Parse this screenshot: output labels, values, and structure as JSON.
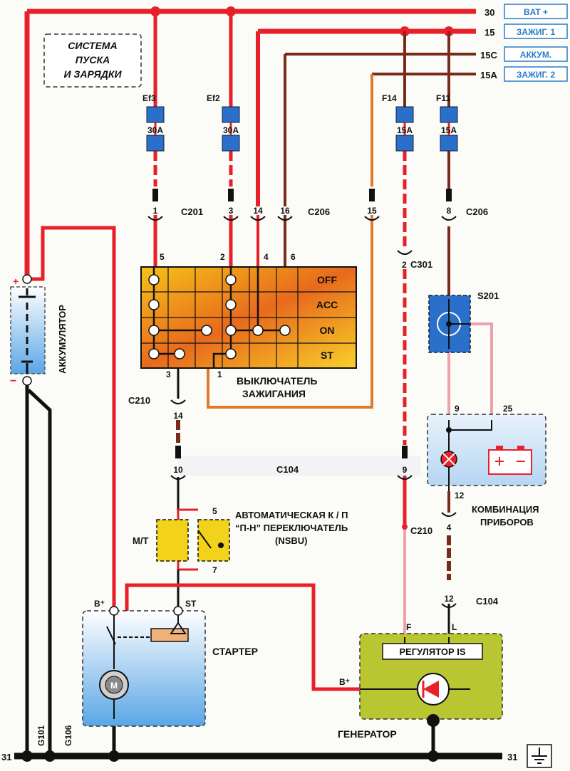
{
  "title": {
    "line1": "СИСТЕМА",
    "line2": "ПУСКА",
    "line3": "И ЗАРЯДКИ"
  },
  "buses": [
    {
      "number": "30",
      "label": "BAT +"
    },
    {
      "number": "15",
      "label": "ЗАЖИГ. 1"
    },
    {
      "number": "15C",
      "label": "АККУМ."
    },
    {
      "number": "15A",
      "label": "ЗАЖИГ. 2"
    }
  ],
  "fuses": [
    {
      "name": "Ef3",
      "rating": "30A"
    },
    {
      "name": "Ef2",
      "rating": "30A"
    },
    {
      "name": "F14",
      "rating": "15A"
    },
    {
      "name": "F11",
      "rating": "15A"
    }
  ],
  "connectors": {
    "c201": "C201",
    "c206a": "C206",
    "c206b": "C206",
    "c301": "C301",
    "c210a": "C210",
    "c210b": "C210",
    "c104a": "C104",
    "c104b": "C104"
  },
  "pins": {
    "p1": "1",
    "p3": "3",
    "p14": "14",
    "p16": "16",
    "p15": "15",
    "p8": "8",
    "sw5": "5",
    "sw2": "2",
    "sw4": "4",
    "sw6": "6",
    "sw3": "3",
    "sw1": "1",
    "c301_2": "2",
    "c210_14": "14",
    "c104_10": "10",
    "c104_9": "9",
    "nsbu5": "5",
    "nsbu7": "7",
    "ic9": "9",
    "ic25": "25",
    "ic12": "12",
    "c210_4": "4",
    "c104_12": "12",
    "gen_f": "F",
    "gen_l": "L",
    "gen_b": "B⁺",
    "st_b": "B⁺",
    "st_st": "ST"
  },
  "ignition_switch": {
    "label1": "ВЫКЛЮЧАТЕЛЬ",
    "label2": "ЗАЖИГАНИЯ",
    "positions": [
      "OFF",
      "ACC",
      "ON",
      "ST"
    ]
  },
  "battery": {
    "label": "АККУМУЛЯТОР",
    "plus": "+",
    "minus": "−"
  },
  "nsbu": {
    "mt": "M/T",
    "label1": "АВТОМАТИЧЕСКАЯ К / П",
    "label2": "“П-Н” ПЕРЕКЛЮЧАТЕЛЬ",
    "label3": "(NSBU)"
  },
  "starter": {
    "label": "СТАРТЕР",
    "motor": "M"
  },
  "s201": "S201",
  "instrument_cluster": {
    "label1": "КОМБИНАЦИЯ",
    "label2": "ПРИБОРОВ"
  },
  "generator": {
    "label": "ГЕНЕРАТОР",
    "regulator": "РЕГУЛЯТОР IS"
  },
  "grounds": {
    "g101": "G101",
    "g106": "G106",
    "left31": "31",
    "right31": "31"
  },
  "colors": {
    "red": "#e8202a",
    "brown": "#7a2a1a",
    "orange": "#e07a2a",
    "pink": "#f0a0a8",
    "black": "#111111",
    "bus_label": "#2a7cc7"
  }
}
